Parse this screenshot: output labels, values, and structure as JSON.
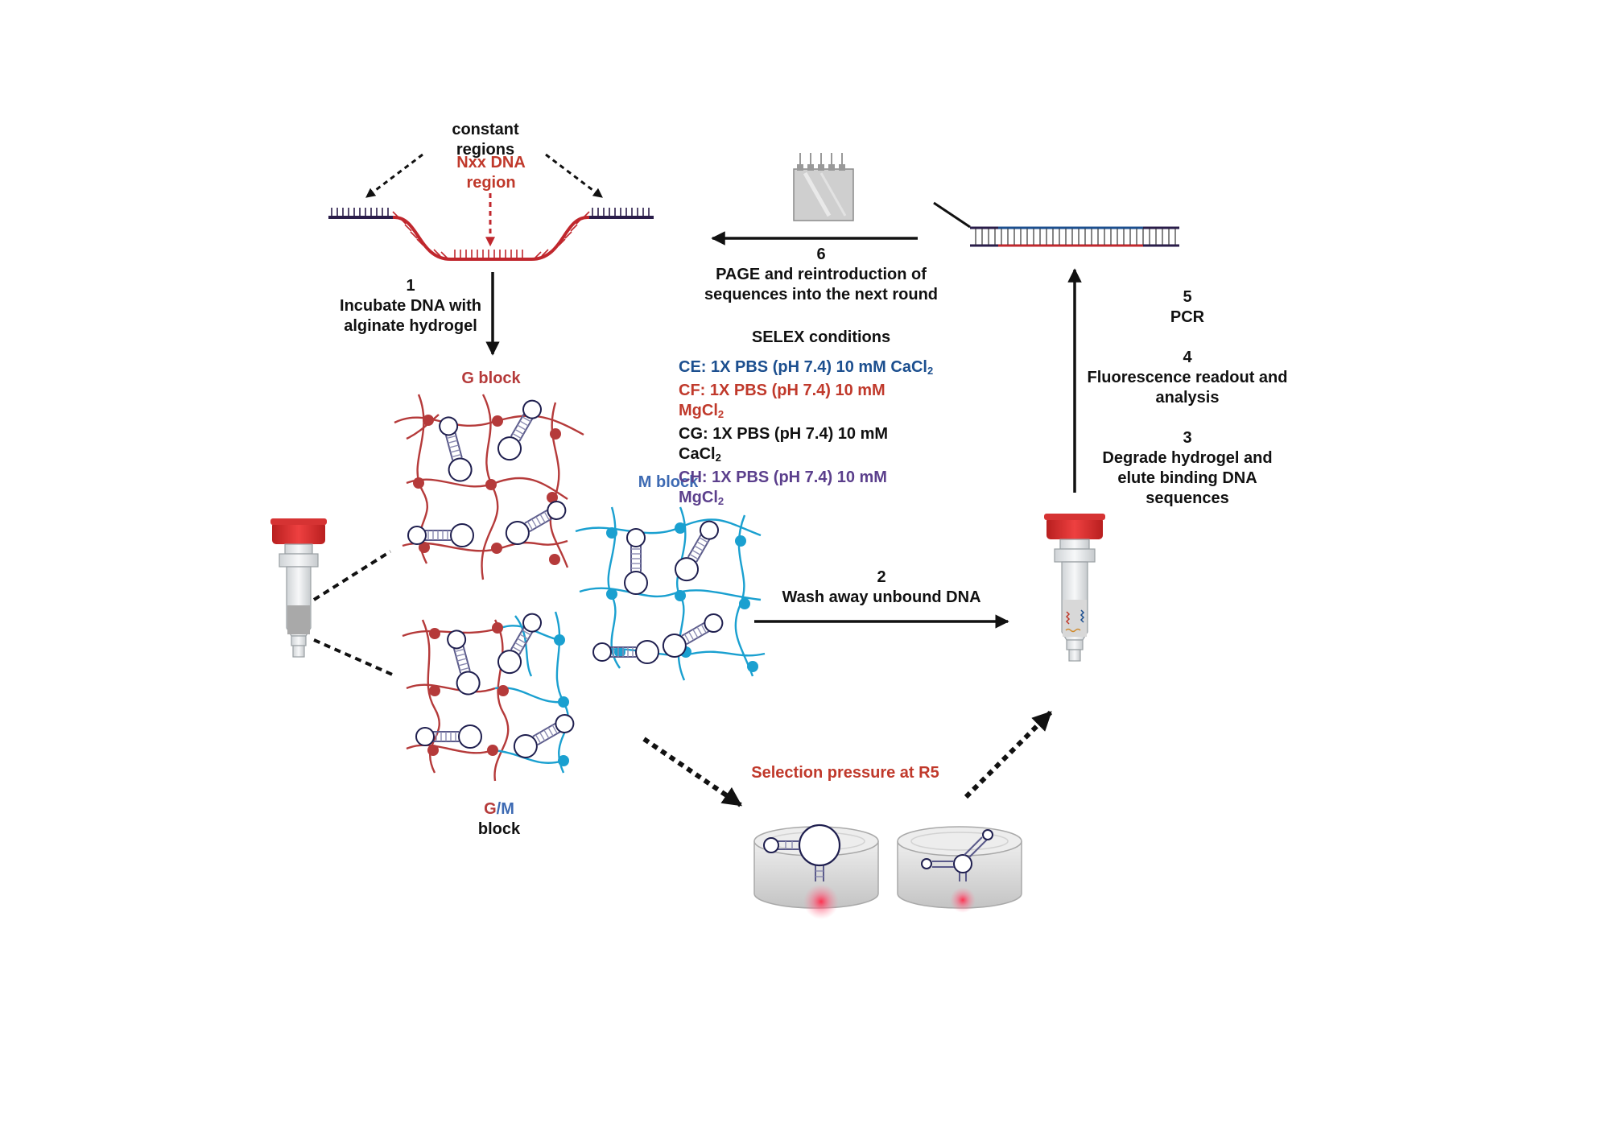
{
  "dna": {
    "constant_label_1": "constant",
    "constant_label_2": "regions",
    "nxx_label_1": "Nxx DNA",
    "nxx_label_2": "region"
  },
  "steps": {
    "s1_num": "1",
    "s1_line1": "Incubate DNA with",
    "s1_line2": "alginate hydrogel",
    "s2_num": "2",
    "s2_line1": "Wash away unbound DNA",
    "s3_num": "3",
    "s3_line1": "Degrade hydrogel and",
    "s3_line2": "elute binding DNA",
    "s3_line3": "sequences",
    "s4_num": "4",
    "s4_line1": "Fluorescence readout and",
    "s4_line2": "analysis",
    "s5_num": "5",
    "s5_line1": "PCR",
    "s6_num": "6",
    "s6_line1": "PAGE and reintroduction of",
    "s6_line2": "sequences into the next round"
  },
  "blocks": {
    "g_block": "G block",
    "m_block": "M block",
    "gm_g": "G",
    "gm_slash": "/",
    "gm_m": "M",
    "gm_block": "block"
  },
  "selex": {
    "title": "SELEX conditions",
    "ce_prefix": "CE: 1X PBS (pH 7.4) 10 mM CaCl",
    "cf_prefix": "CF: 1X PBS (pH 7.4) 10 mM",
    "cf_salt": "MgCl",
    "cg_prefix": "CG: 1X PBS (pH 7.4) 10 mM",
    "cg_salt": "CaCl",
    "ch_prefix": "CH: 1X PBS (pH 7.4) 10 mM",
    "ch_salt": "MgCl",
    "subscript": "2"
  },
  "selection": {
    "label": "Selection pressure at R5"
  },
  "colors": {
    "g_red": "#b53a3a",
    "m_cyan": "#1aa0d0",
    "ce_blue": "#1c4f8f",
    "cf_red": "#c0392b",
    "ch_purple": "#5b3f8c",
    "dna_red": "#c0272d",
    "cap_red": "#d42a2a"
  }
}
